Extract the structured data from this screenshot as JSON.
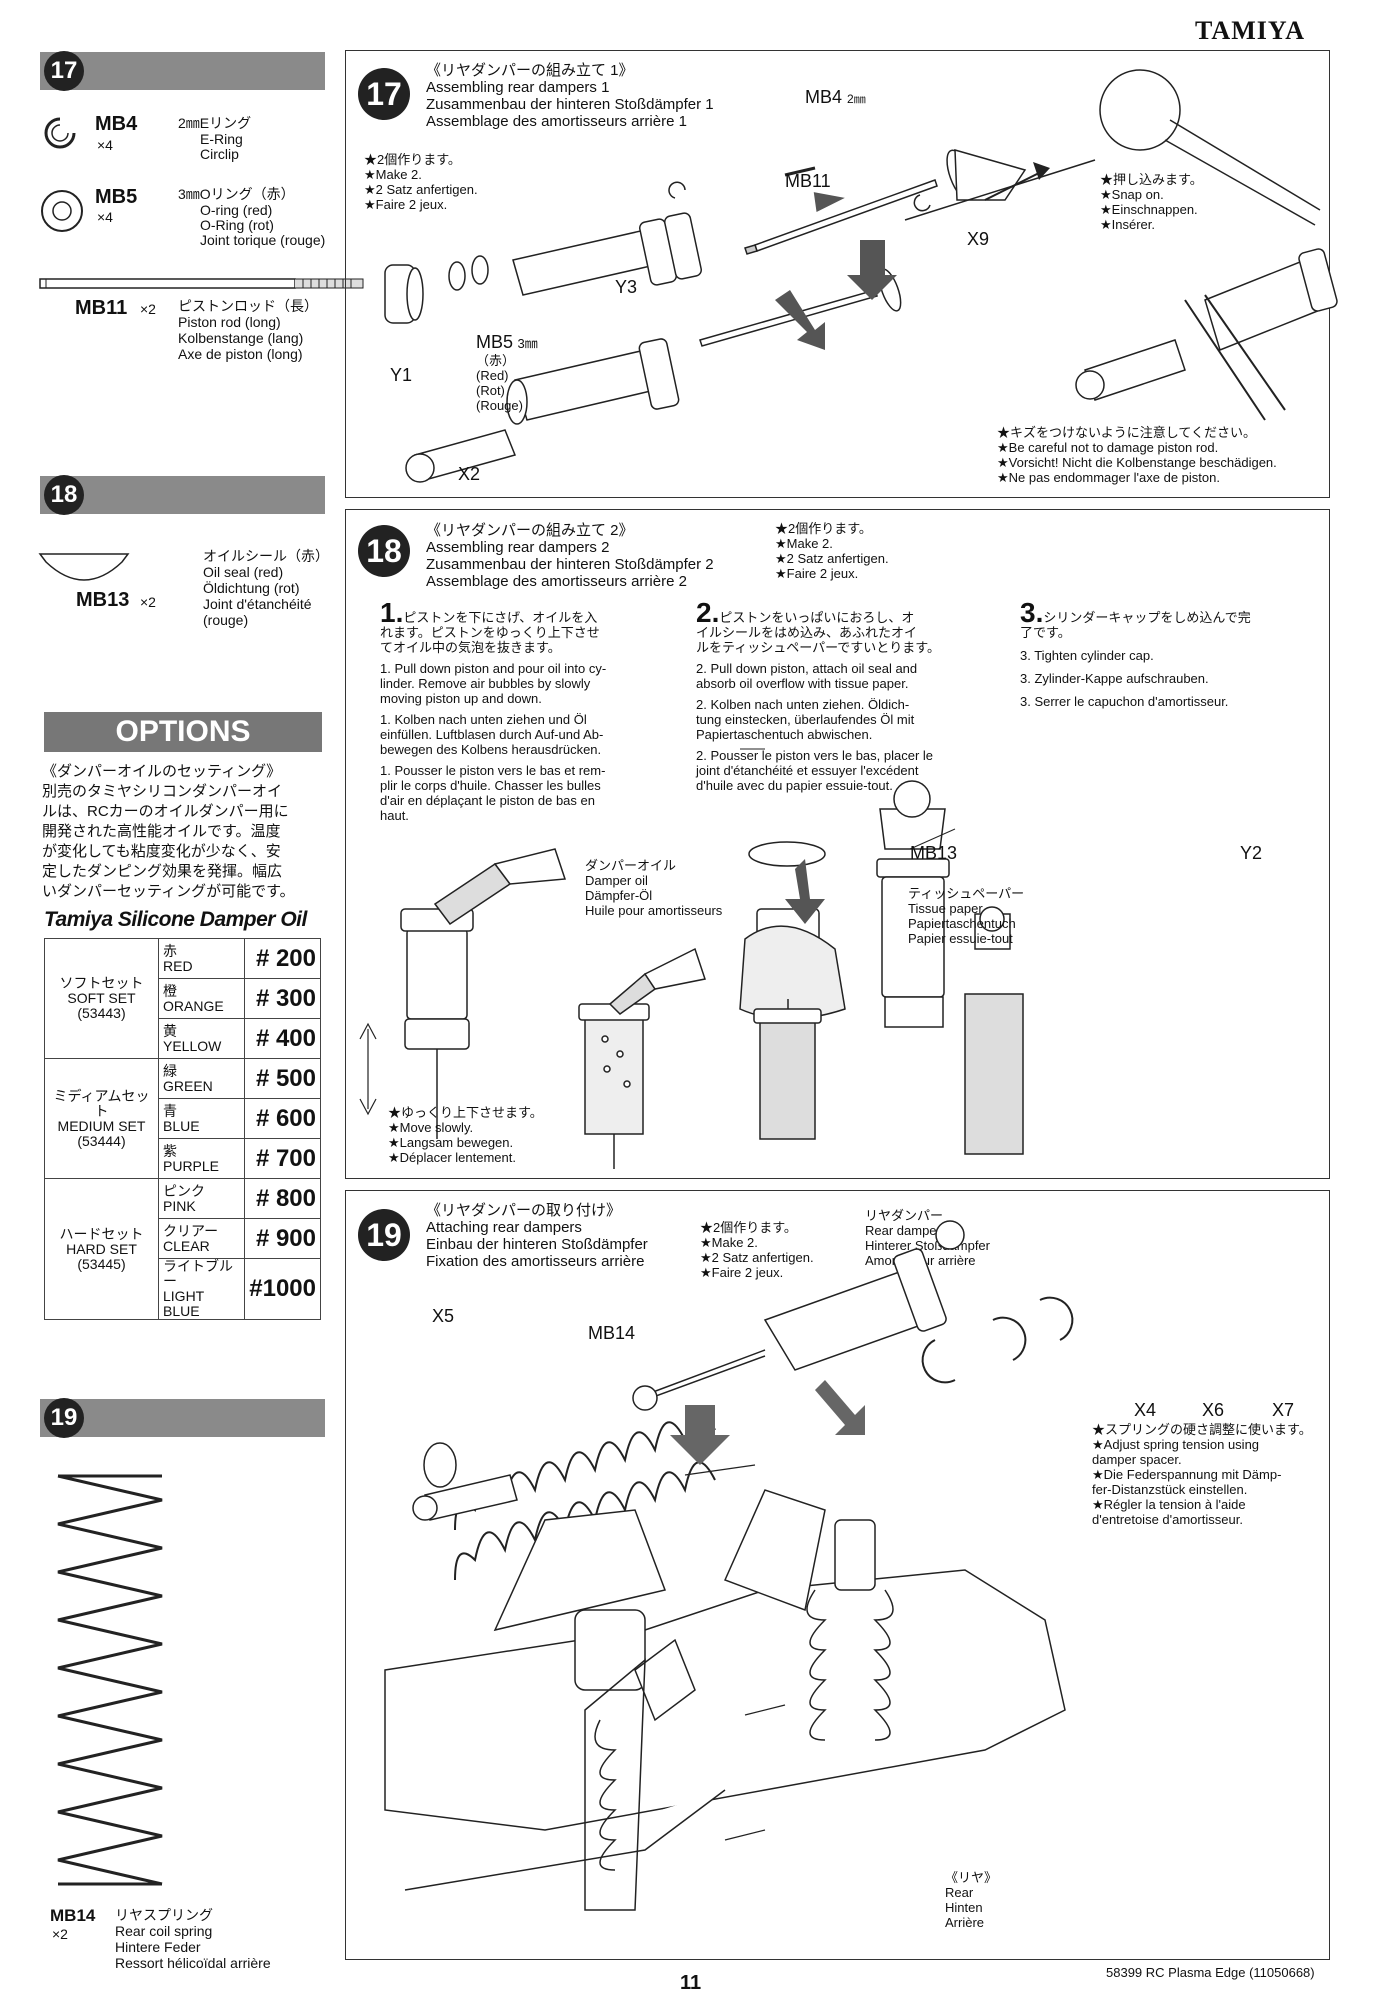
{
  "header": {
    "brand": "TAMIYA"
  },
  "left": {
    "step17": {
      "number": "17",
      "parts": [
        {
          "code": "MB4",
          "qty": "×4",
          "size": "2㎜Eリング",
          "names": [
            "E-Ring",
            "Circlip"
          ]
        },
        {
          "code": "MB5",
          "qty": "×4",
          "size": "3㎜Oリング（赤）",
          "names": [
            "O-ring (red)",
            "O-Ring (rot)",
            "Joint torique (rouge)"
          ]
        }
      ],
      "rod": {
        "code": "MB11",
        "qty": "×2",
        "names": [
          "ピストンロッド（長）",
          "Piston rod (long)",
          "Kolbenstange (lang)",
          "Axe de piston (long)"
        ]
      }
    },
    "step18": {
      "number": "18",
      "part": {
        "code": "MB13",
        "qty": "×2",
        "names": [
          "オイルシール（赤）",
          "Oil seal (red)",
          "Öldichtung (rot)",
          "Joint d'étanchéité",
          "(rouge)"
        ]
      }
    },
    "options": {
      "title": "OPTIONS",
      "intro": [
        "《ダンパーオイルのセッティング》",
        "別売のタミヤシリコンダンパーオイ",
        "ルは、RCカーのオイルダンパー用に",
        "開発された高性能オイルです。温度",
        "が変化しても粘度変化が少なく、安",
        "定したダンピング効果を発揮。幅広",
        "いダンパーセッティングが可能です。"
      ],
      "oil_title": "Tamiya Silicone Damper Oil",
      "groups": [
        {
          "name": [
            "ソフトセット",
            "SOFT SET",
            "(53443)"
          ],
          "rows": [
            {
              "jp": "赤",
              "en": "RED",
              "num": "# 200"
            },
            {
              "jp": "橙",
              "en": "ORANGE",
              "num": "# 300"
            },
            {
              "jp": "黄",
              "en": "YELLOW",
              "num": "# 400"
            }
          ]
        },
        {
          "name": [
            "ミディアムセット",
            "MEDIUM SET",
            "(53444)"
          ],
          "rows": [
            {
              "jp": "緑",
              "en": "GREEN",
              "num": "# 500"
            },
            {
              "jp": "青",
              "en": "BLUE",
              "num": "# 600"
            },
            {
              "jp": "紫",
              "en": "PURPLE",
              "num": "# 700"
            }
          ]
        },
        {
          "name": [
            "ハードセット",
            "HARD SET",
            "(53445)"
          ],
          "rows": [
            {
              "jp": "ピンク",
              "en": "PINK",
              "num": "# 800"
            },
            {
              "jp": "クリアー",
              "en": "CLEAR",
              "num": "# 900"
            },
            {
              "jp": "ライトブルー",
              "en": "LIGHT BLUE",
              "num": "#1000"
            }
          ]
        }
      ]
    },
    "step19": {
      "number": "19",
      "part": {
        "code": "MB14",
        "qty": "×2",
        "names": [
          "リヤスプリング",
          "Rear coil spring",
          "Hintere Feder",
          "Ressort hélicoïdal arrière"
        ]
      }
    }
  },
  "main": {
    "s17": {
      "number": "17",
      "title": [
        "《リヤダンパーの組み立て 1》",
        "Assembling rear dampers 1",
        "Zusammenbau der hinteren Stoßdämpfer 1",
        "Assemblage des amortisseurs arrière 1"
      ],
      "make2": [
        "★2個作ります。",
        "★Make 2.",
        "★2 Satz anfertigen.",
        "★Faire 2 jeux."
      ],
      "labels": {
        "mb4": "MB4",
        "mb4_size": "2㎜",
        "mb11": "MB11",
        "x9": "X9",
        "y3": "Y3",
        "y1": "Y1",
        "x2": "X2",
        "mb5": "MB5",
        "mb5_size": "3㎜",
        "mb5_colors": [
          "（赤）",
          "(Red)",
          "(Rot)",
          "(Rouge)"
        ]
      },
      "snap": [
        "★押し込みます。",
        "★Snap on.",
        "★Einschnappen.",
        "★Insérer."
      ],
      "careful": [
        "★キズをつけないように注意してください。",
        "★Be careful not to damage piston rod.",
        "★Vorsicht! Nicht die Kolbenstange beschädigen.",
        "★Ne pas endommager l'axe de piston."
      ]
    },
    "s18": {
      "number": "18",
      "title": [
        "《リヤダンパーの組み立て 2》",
        "Assembling rear dampers 2",
        "Zusammenbau der hinteren Stoßdämpfer 2",
        "Assemblage des amortisseurs arrière 2"
      ],
      "make2": [
        "★2個作ります。",
        "★Make 2.",
        "★2 Satz anfertigen.",
        "★Faire 2 jeux."
      ],
      "step1": {
        "num": "1.",
        "jp": [
          "ピストンを下にさげ、オイルを入",
          "れます。ピストンをゆっくり上下させ",
          "てオイル中の気泡を抜きます。"
        ],
        "en": [
          "1. Pull down piston and pour oil into cy-",
          "linder. Remove air bubbles by slowly",
          "moving piston up and down."
        ],
        "de": [
          "1. Kolben nach unten ziehen und Öl",
          "einfüllen. Luftblasen durch Auf-und Ab-",
          "bewegen des Kolbens herausdrücken."
        ],
        "fr": [
          "1. Pousser le piston vers le bas et rem-",
          "plir le corps d'huile. Chasser les bulles",
          "d'air en déplaçant le piston de bas en",
          "haut."
        ]
      },
      "step2": {
        "num": "2.",
        "jp": [
          "ピストンをいっぱいにおろし、オ",
          "イルシールをはめ込み、あふれたオイ",
          "ルをティッシュペーパーですいとります。"
        ],
        "en": [
          "2. Pull down piston, attach oil seal and",
          "absorb oil overflow with tissue paper."
        ],
        "de": [
          "2. Kolben nach unten ziehen. Öldich-",
          "tung einstecken, überlaufendes Öl mit",
          "Papiertaschentuch abwischen."
        ],
        "fr": [
          "2. Pousser le piston vers le bas, placer le",
          "joint d'étanchéité et essuyer l'excédent",
          "d'huile avec du papier essuie-tout."
        ]
      },
      "step3": {
        "num": "3.",
        "jp": [
          "シリンダーキャップをしめ込んで完",
          "了です。"
        ],
        "lines": [
          "3. Tighten cylinder cap.",
          "3. Zylinder-Kappe aufschrauben.",
          "3. Serrer le capuchon d'amortisseur."
        ]
      },
      "oil_label": [
        "ダンパーオイル",
        "Damper oil",
        "Dämpfer-Öl",
        "Huile pour amortisseurs"
      ],
      "mb13": "MB13",
      "tissue": [
        "ティッシュペーパー",
        "Tissue paper",
        "Papiertaschentuch",
        "Papier essuie-tout"
      ],
      "y2": "Y2",
      "slowly": [
        "★ゆっくり上下させます。",
        "★Move slowly.",
        "★Langsam bewegen.",
        "★Déplacer lentement."
      ]
    },
    "s19": {
      "number": "19",
      "title": [
        "《リヤダンパーの取り付け》",
        "Attaching rear dampers",
        "Einbau der hinteren Stoßdämpfer",
        "Fixation des amortisseurs arrière"
      ],
      "make2": [
        "★2個作ります。",
        "★Make 2.",
        "★2 Satz anfertigen.",
        "★Faire 2 jeux."
      ],
      "damper": [
        "リヤダンパー",
        "Rear damper",
        "Hinterer Stoßdämpfer",
        "Amortisseur arrière"
      ],
      "labels": {
        "x5": "X5",
        "mb14": "MB14",
        "x4": "X4",
        "x6": "X6",
        "x7": "X7"
      },
      "spring_note": [
        "★スプリングの硬さ調整に使います。",
        "★Adjust spring tension using",
        "damper spacer.",
        "★Die Federspannung mit Dämp-",
        "fer-Distanzstück einstellen.",
        "★Régler la tension à l'aide",
        "d'entretoise d'amortisseur."
      ],
      "rear": [
        "《リヤ》",
        "Rear",
        "Hinten",
        "Arrière"
      ]
    }
  },
  "footer": {
    "page": "11",
    "code": "58399 RC Plasma Edge (11050668)"
  }
}
